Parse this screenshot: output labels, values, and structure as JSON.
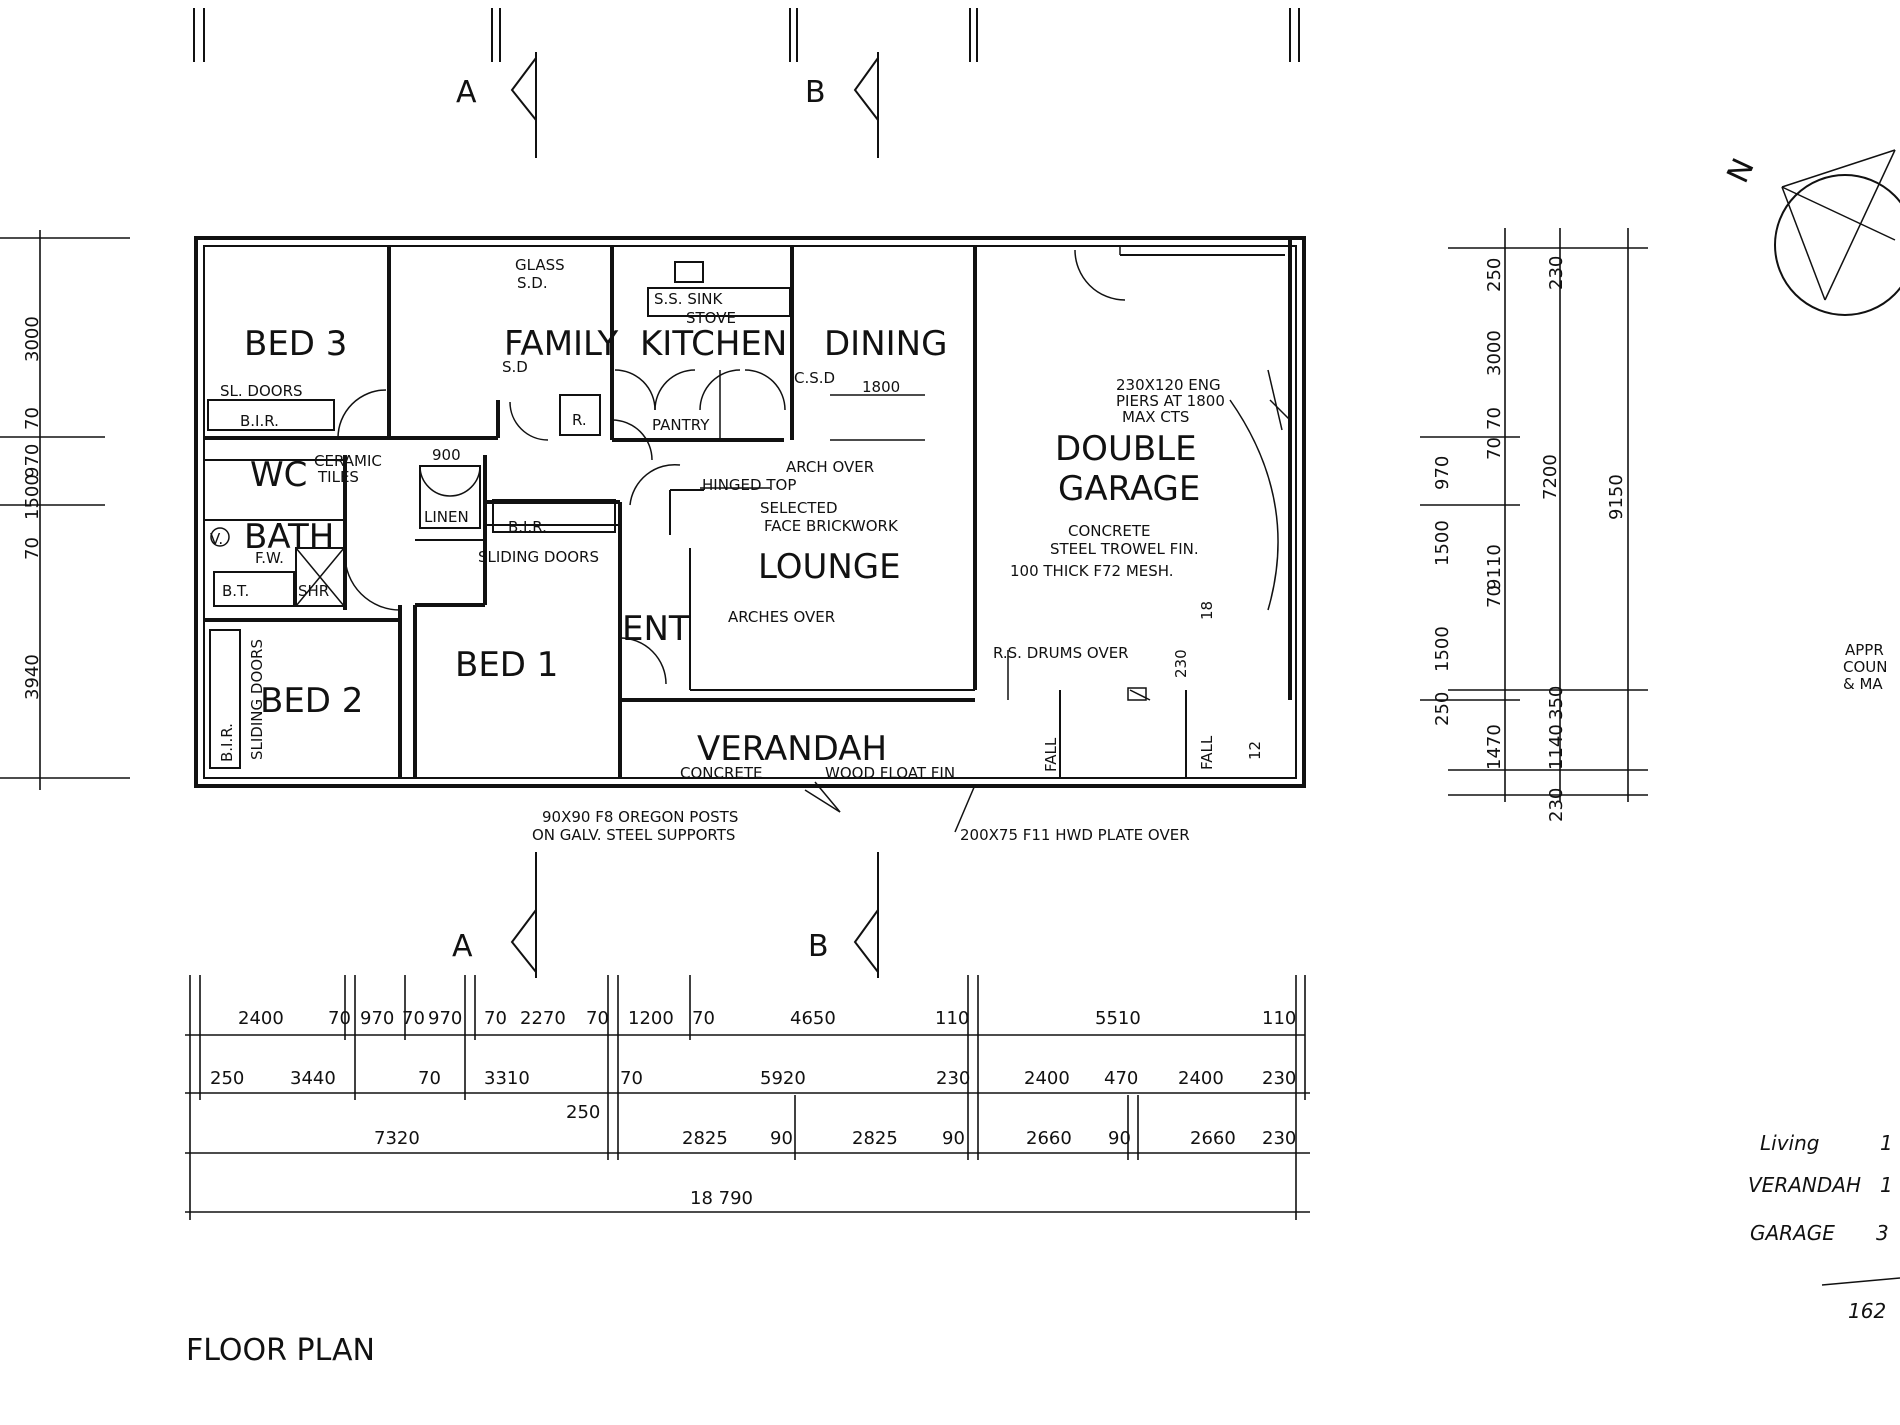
{
  "title": "FLOOR PLAN",
  "sections": [
    "A",
    "B"
  ],
  "compass_label": "N",
  "rooms": {
    "bed3": "BED 3",
    "family": "FAMILY",
    "kitchen": "KITCHEN",
    "dining": "DINING",
    "double": "DOUBLE",
    "garage": "GARAGE",
    "wc": "WC",
    "bath": "BATH",
    "lounge": "LOUNGE",
    "bed1": "BED 1",
    "ent": "ENT",
    "bed2": "BED 2",
    "verandah": "VERANDAH"
  },
  "notes": {
    "glass": "GLASS",
    "sd1": "S.D.",
    "ss_sink": "S.S. SINK",
    "stove": "STOVE",
    "sd2": "S.D",
    "pantry": "PANTRY",
    "r": "R.",
    "csd": "C.S.D",
    "opening_1800": "1800",
    "sl_doors": "SL. DOORS",
    "bir_bed3": "B.I.R.",
    "ceramic": "CERAMIC",
    "tiles": "TILES",
    "d900": "900",
    "linen": "LINEN",
    "bir_hall": "B.I.R.",
    "sliding_doors_hall": "SLIDING DOORS",
    "hinged_top": "HINGED TOP",
    "arch_over": "ARCH OVER",
    "selected": "SELECTED",
    "face_brickwork": "FACE BRICKWORK",
    "v": "V.",
    "fw": "F.W.",
    "bt": "B.T.",
    "shr": "SHR",
    "arches_over": "ARCHES OVER",
    "bir_bed2": "B.I.R.",
    "sliding_doors_bed2": "SLIDING DOORS",
    "piers_1": "230X120 ENG",
    "piers_2": "PIERS AT 1800",
    "piers_3": "MAX CTS",
    "concrete_g": "CONCRETE",
    "steel_trowel": "STEEL TROWEL FIN.",
    "thick_mesh": "100 THICK F72 MESH.",
    "rs_drums": "R.S. DRUMS OVER",
    "fall_1": "FALL",
    "fall_2": "FALL",
    "slope_12": "12",
    "concrete_v": "CONCRETE",
    "wood_float": "WOOD FLOAT FIN",
    "posts_1": "90X90 F8 OREGON POSTS",
    "posts_2": "ON GALV. STEEL SUPPORTS",
    "plate_over": "200X75 F11 HWD PLATE OVER",
    "d230_drum": "230",
    "d18": "18"
  },
  "dims_right": {
    "c1": [
      "250",
      "3000",
      "70",
      "970",
      "1500",
      "70",
      "1500",
      "250"
    ],
    "c2": [
      "230",
      "70",
      "9110",
      "350",
      "1140",
      "230"
    ],
    "c3": [
      "7200",
      "1470"
    ],
    "c4": [
      "9150"
    ]
  },
  "dims_left": [
    "3000",
    "70",
    "970",
    "1500",
    "70",
    "3940"
  ],
  "dims_bottom": {
    "row1": [
      "2400",
      "70",
      "970",
      "70",
      "970",
      "70",
      "2270",
      "70",
      "1200",
      "70",
      "4650",
      "110",
      "5510",
      "110"
    ],
    "row2": [
      "250",
      "3440",
      "70",
      "3310",
      "70",
      "5920",
      "230",
      "2400",
      "470",
      "2400",
      "230",
      "250"
    ],
    "row3": [
      "7320",
      "2825",
      "90",
      "2825",
      "90",
      "2660",
      "90",
      "2660",
      "230"
    ],
    "row4": [
      "18 790"
    ]
  },
  "right_side": {
    "appr": "APPR",
    "coun": "COUN",
    "ma": "& MA",
    "living": "Living",
    "living_v": "1",
    "verandah": "VERANDAH",
    "verandah_v": "1",
    "garage": "GARAGE",
    "garage_v": "3",
    "total": "162"
  }
}
